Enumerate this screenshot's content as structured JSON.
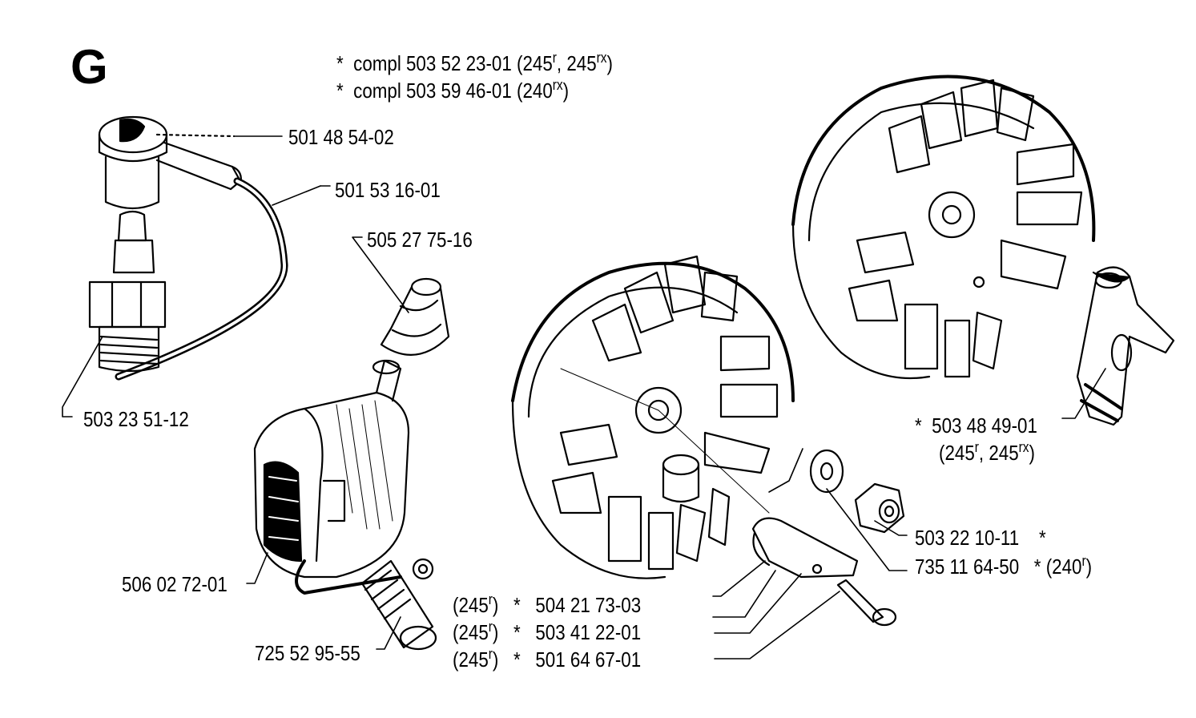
{
  "section_letter": "G",
  "header_notes": [
    {
      "prefix": "*",
      "text": "compl 503 52 23-01 (245",
      "sup1": "r",
      "mid": ", 245",
      "sup2": "rx",
      "tail": ")"
    },
    {
      "prefix": "*",
      "text": "compl 503 59 46-01 (240",
      "sup1": "rx",
      "mid": ")",
      "sup2": "",
      "tail": ""
    }
  ],
  "parts": {
    "cap": "501 48 54-02",
    "lead": "501 53 16-01",
    "nipple": "505 27 75-16",
    "spark_plug": "503 23 51-12",
    "coil": "506 02 72-01",
    "screw_coil": "725 52 95-55",
    "pawl": {
      "star": "*",
      "number": "503 48 49-01",
      "note_a": "(245",
      "note_a_sup": "r",
      "note_b": ", 245",
      "note_b_sup": "rx",
      "note_c": ")"
    },
    "nut": {
      "number": "503 22 10-11",
      "star": "*"
    },
    "washer": {
      "number": "735 11 64-50",
      "star": "*",
      "note": "(240",
      "note_sup": "r",
      "note_tail": ")"
    },
    "list_a": {
      "model": "(245",
      "model_sup": "r",
      "model_tail": ")",
      "star": "*",
      "number": "504 21 73-03"
    },
    "list_b": {
      "model": "(245",
      "model_sup": "r",
      "model_tail": ")",
      "star": "*",
      "number": "503 41 22-01"
    },
    "list_c": {
      "model": "(245",
      "model_sup": "r",
      "model_tail": ")",
      "star": "*",
      "number": "501 64 67-01"
    }
  }
}
